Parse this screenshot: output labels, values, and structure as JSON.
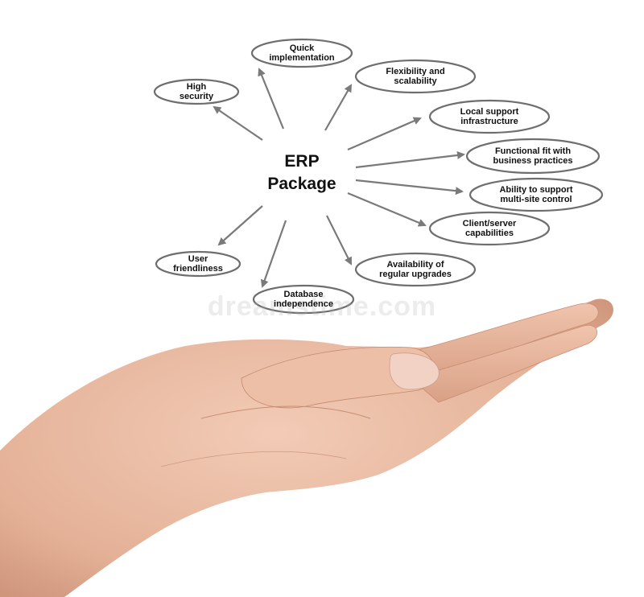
{
  "diagram": {
    "center": {
      "line1": "ERP",
      "line2": "Package"
    },
    "nodes": [
      {
        "id": "quick-implementation",
        "lines": [
          "Quick",
          "implementation"
        ]
      },
      {
        "id": "flexibility-scalability",
        "lines": [
          "Flexibility and",
          "scalability"
        ]
      },
      {
        "id": "local-support",
        "lines": [
          "Local support",
          "infrastructure"
        ]
      },
      {
        "id": "functional-fit",
        "lines": [
          "Functional fit with",
          "business practices"
        ]
      },
      {
        "id": "multi-site-control",
        "lines": [
          "Ability to support",
          "multi-site control"
        ]
      },
      {
        "id": "client-server",
        "lines": [
          "Client/server",
          "capabilities"
        ]
      },
      {
        "id": "regular-upgrades",
        "lines": [
          "Availability of",
          "regular upgrades"
        ]
      },
      {
        "id": "database-independence",
        "lines": [
          "Database",
          "independence"
        ]
      },
      {
        "id": "user-friendliness",
        "lines": [
          "User",
          "friendliness"
        ]
      },
      {
        "id": "high-security",
        "lines": [
          "High",
          "security"
        ]
      }
    ]
  },
  "watermark": "dreamstime.com",
  "colors": {
    "ellipse_stroke": "#6e6e6e",
    "arrow": "#7a7a7a",
    "text": "#111111",
    "skin": "#e7b9a0"
  }
}
